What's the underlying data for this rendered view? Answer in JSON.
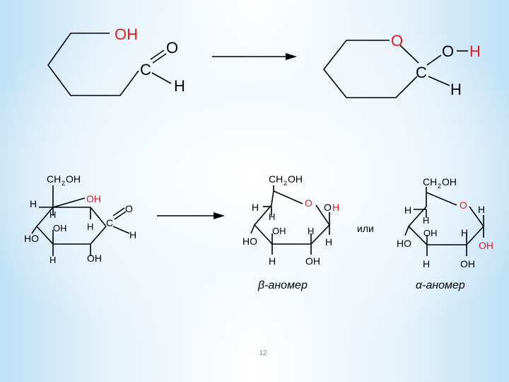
{
  "top": {
    "left": {
      "oh": "OH",
      "c": "C",
      "o": "O",
      "h": "H"
    },
    "right": {
      "o_ring": "O",
      "c": "C",
      "o": "O",
      "h_oh": "H",
      "h": "H"
    }
  },
  "open_chain": {
    "ch2oh_ch": "CH",
    "ch2oh_2": "2",
    "ch2oh_oh": "OH",
    "oh_red": "OH",
    "h_top_left": "H",
    "h_top_inner": "H",
    "ho_left": "HO",
    "oh_mid": "OH",
    "h_mid": "H",
    "c": "C",
    "o": "O",
    "h_ald": "H",
    "h_bottom": "H",
    "oh_bottom": "OH"
  },
  "beta": {
    "ch2oh_ch": "CH",
    "ch2oh_2": "2",
    "ch2oh_oh": "OH",
    "o_ring": "O",
    "oh_o": "O",
    "oh_h": "H",
    "h_left": "H",
    "h_inner": "H",
    "ho": "HO",
    "oh_mid": "OH",
    "h_mid": "H",
    "h_right": "H",
    "h_bottom": "H",
    "oh_bottom": "OH",
    "caption": "β-аномер"
  },
  "or_label": "или",
  "alpha": {
    "ch2oh_ch": "CH",
    "ch2oh_2": "2",
    "ch2oh_oh": "OH",
    "o_ring": "O",
    "h_right": "H",
    "h_left": "H",
    "h_inner": "H",
    "ho": "HO",
    "oh_mid": "OH",
    "h_mid": "H",
    "oh_red": "OH",
    "h_bottom": "H",
    "oh_bottom": "OH",
    "caption": "α-аномер"
  },
  "page_number": "12"
}
